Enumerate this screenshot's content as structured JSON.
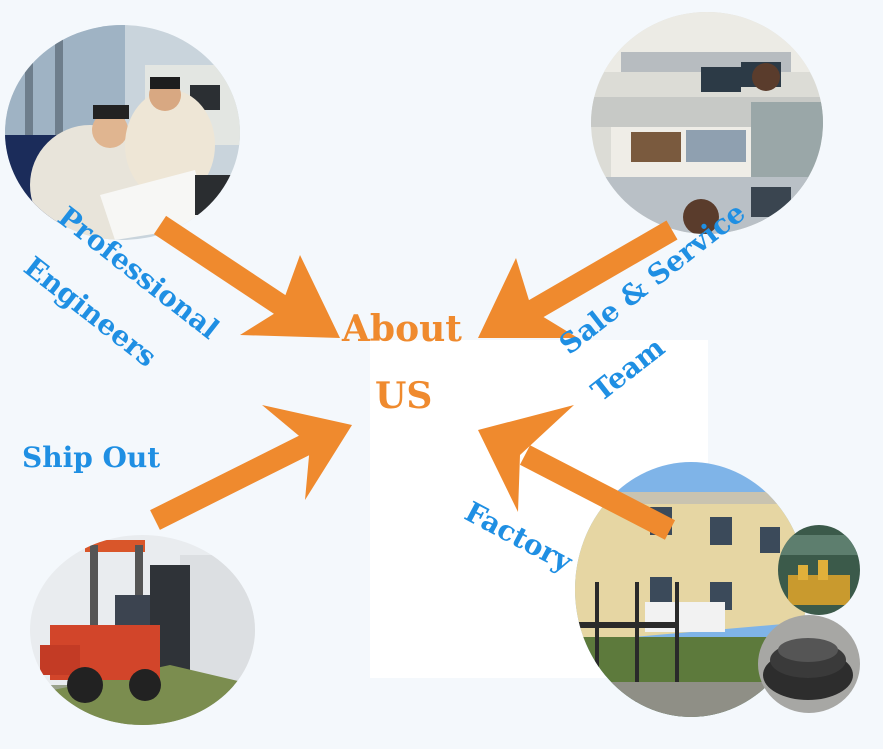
{
  "title": {
    "line1": "About",
    "line2": "US"
  },
  "labels": {
    "professional": "Professional",
    "engineers": "Engineers",
    "sale_service": "Sale & Service",
    "team": "Team",
    "ship_out": "Ship Out",
    "factory": "Factory"
  },
  "colors": {
    "label": "#1f8fe3",
    "arrow": "#ef8a2e",
    "title": "#ef8a2e"
  },
  "photos": [
    "engineers-photo",
    "sales-team-photo",
    "shipping-photo",
    "factory-photo"
  ]
}
